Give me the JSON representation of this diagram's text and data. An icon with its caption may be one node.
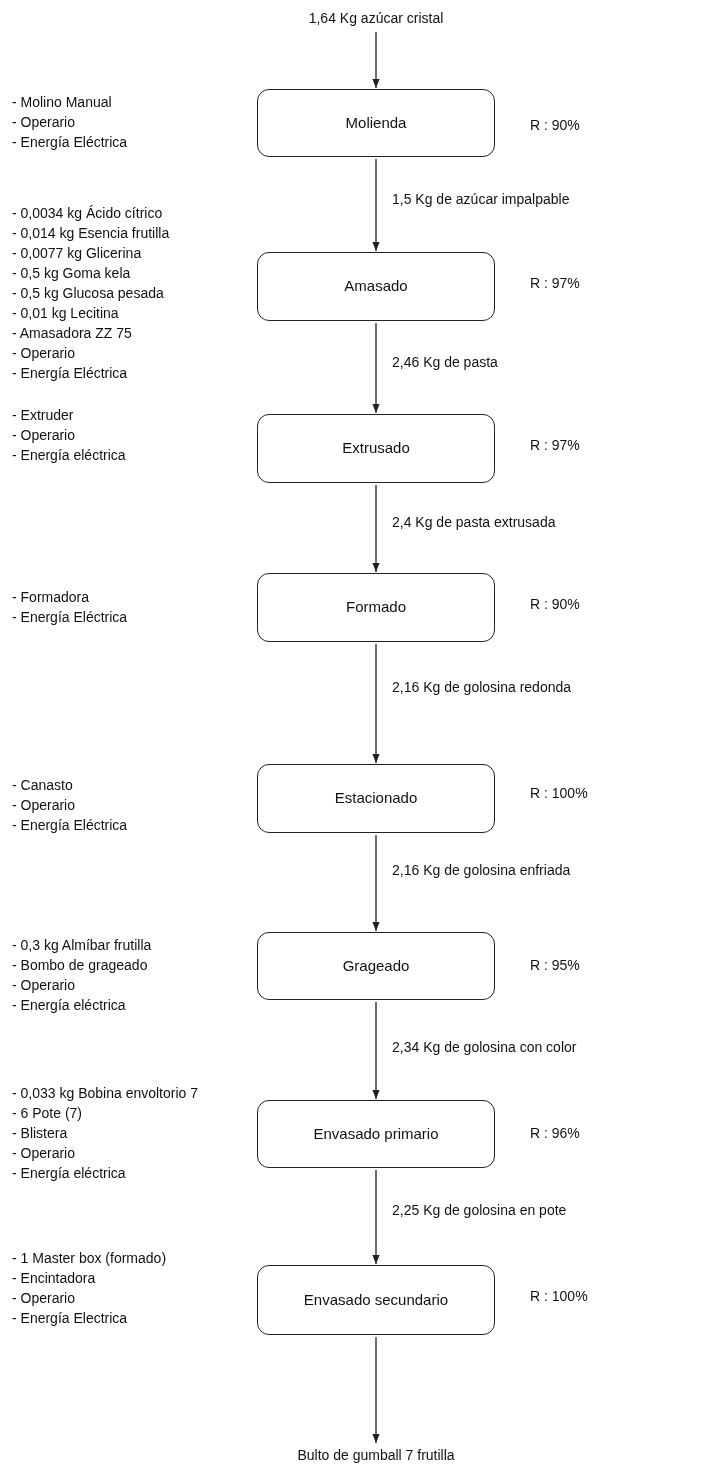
{
  "diagram": {
    "nodes": [
      {
        "text": [
          "1,64 Kg azúcar cristal"
        ]
      },
      {
        "text": [
          "Molienda"
        ],
        "beside": [
          "- Molino Manual",
          "- Operario",
          "- Energía Eléctrica",
          "R : 90%"
        ]
      },
      {
        "text": [
          "Amasado"
        ],
        "beside": [
          "- 0,0034 kg Ácido cítrico",
          "- 0,014 kg Esencia frutilla",
          "- 0,0077 kg Glicerina",
          "- 0,5 kg Goma kela",
          "- 0,5 kg Glucosa pesada",
          "- 0,01 kg Lecitina",
          "- Amasadora ZZ 75",
          "- Operario",
          "- Energía Eléctrica",
          "R : 97%"
        ]
      },
      {
        "text": [
          "Extrusado"
        ],
        "beside": [
          "- Extruder",
          "- Operario",
          "- Energía eléctrica",
          "R : 97%"
        ]
      },
      {
        "text": [
          "Formado"
        ],
        "beside": [
          "- Formadora",
          "- Energía Eléctrica",
          "R : 90%"
        ]
      },
      {
        "text": [
          "Estacionado"
        ],
        "beside": [
          "- Canasto",
          "- Operario",
          "- Energía Eléctrica",
          "R : 100%"
        ]
      },
      {
        "text": [
          "Grageado"
        ],
        "beside": [
          "- 0,3 kg Almíbar frutilla",
          "- Bombo de grageado",
          "- Operario",
          "- Energía eléctrica",
          "R : 95%"
        ]
      },
      {
        "text": [
          "Envasado primario"
        ],
        "beside": [
          "- 0,033 kg Bobina envoltorio 7",
          "- 6 Pote (7)",
          "- Blistera",
          "- Operario",
          "- Energía eléctrica",
          "R : 96%"
        ]
      },
      {
        "text": [
          "Envasado secundario"
        ],
        "beside": [
          "- 1 Master box (formado)",
          "- Encintadora",
          "- Operario",
          "- Energía Electrica",
          "R : 100%"
        ]
      },
      {
        "text": [
          "Bulto de gumball 7 frutilla"
        ]
      }
    ],
    "edges": [
      {
        "from": 0,
        "to": 1,
        "arrow": "to"
      },
      {
        "from": 1,
        "to": 2,
        "arrow": "to",
        "label": "1,5 Kg de azúcar impalpable"
      },
      {
        "from": 2,
        "to": 3,
        "arrow": "to",
        "label": "2,46 Kg de pasta"
      },
      {
        "from": 3,
        "to": 4,
        "arrow": "to",
        "label": "2,4 Kg de pasta extrusada"
      },
      {
        "from": 4,
        "to": 5,
        "arrow": "to",
        "label": "2,16 Kg de golosina redonda"
      },
      {
        "from": 5,
        "to": 6,
        "arrow": "to",
        "label": "2,16 Kg de golosina enfriada"
      },
      {
        "from": 6,
        "to": 7,
        "arrow": "to",
        "label": "2,34 Kg de golosina con color"
      },
      {
        "from": 7,
        "to": 8,
        "arrow": "to",
        "label": "2,25 Kg de golosina en pote"
      },
      {
        "from": 8,
        "to": 9,
        "arrow": "to"
      }
    ]
  }
}
